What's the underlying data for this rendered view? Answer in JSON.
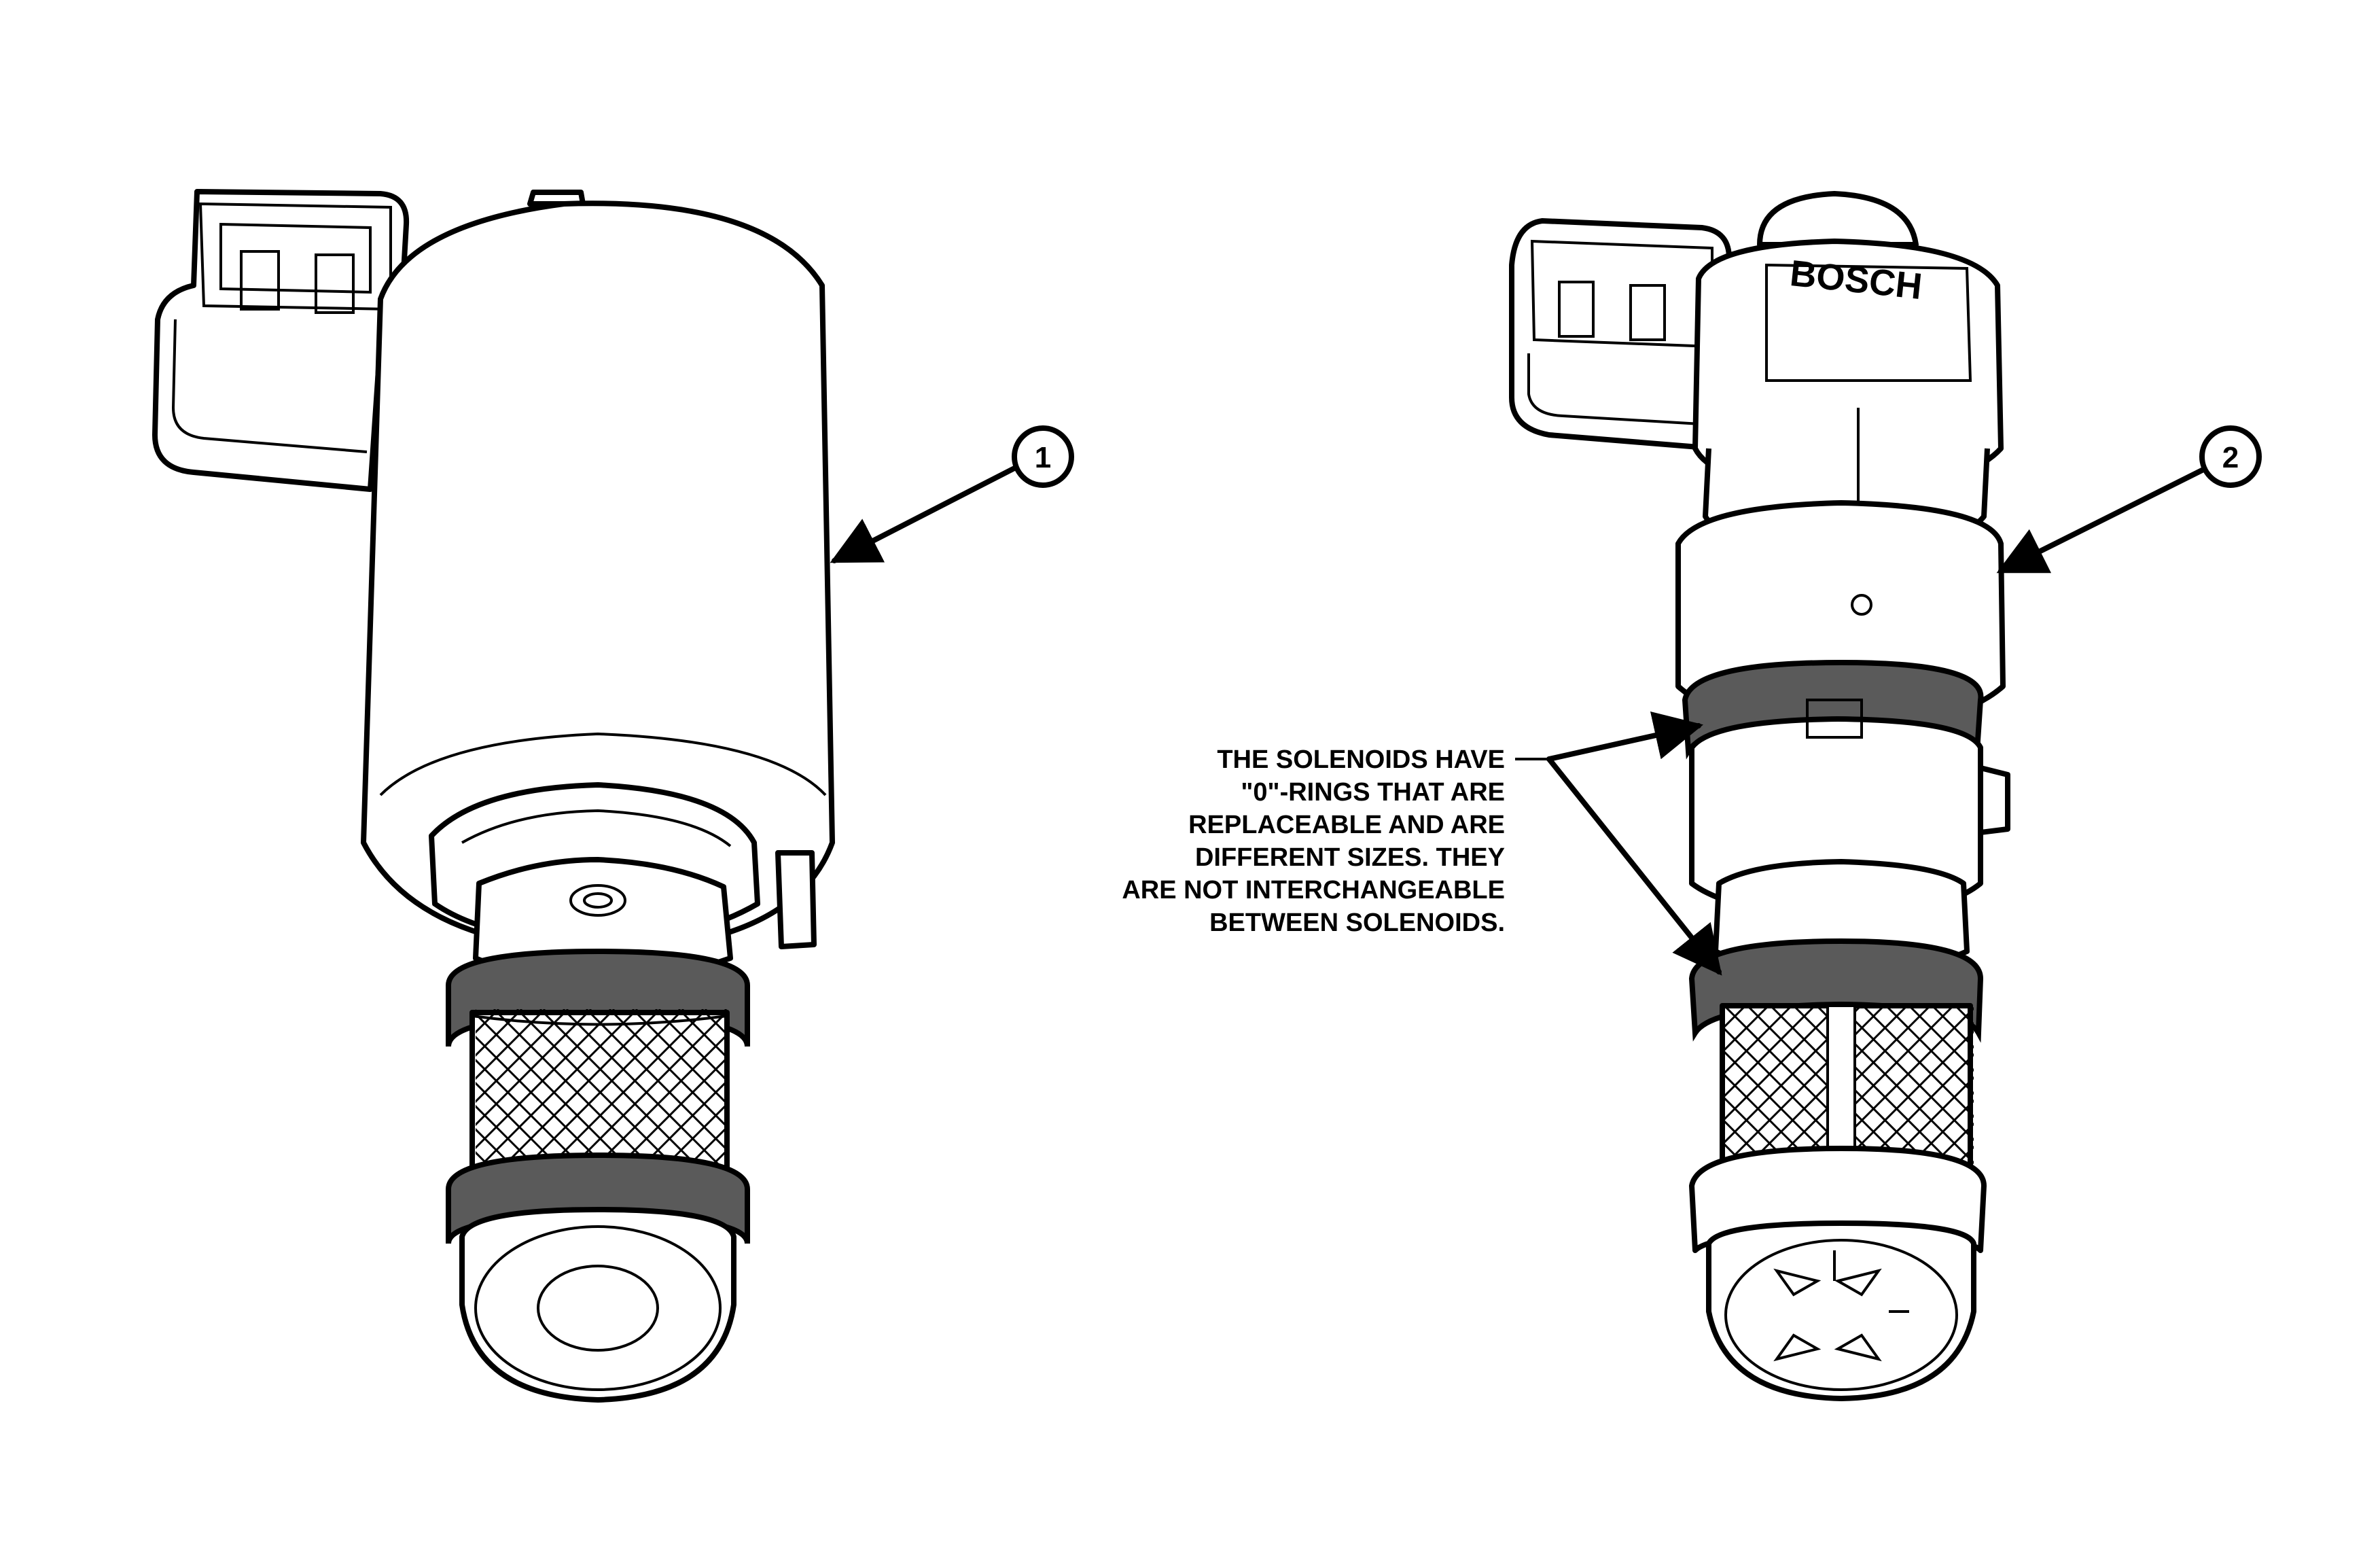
{
  "callouts": [
    {
      "id": "callout-1",
      "label": "1"
    },
    {
      "id": "callout-2",
      "label": "2"
    }
  ],
  "brand_label": "BOSCH",
  "note_lines": [
    "THE SOLENOIDS HAVE",
    "\"0\"-RINGS THAT ARE",
    "REPLACEABLE AND ARE",
    "DIFFERENT SIZES.  THEY",
    "ARE NOT INTERCHANGEABLE",
    "BETWEEN SOLENOIDS."
  ]
}
